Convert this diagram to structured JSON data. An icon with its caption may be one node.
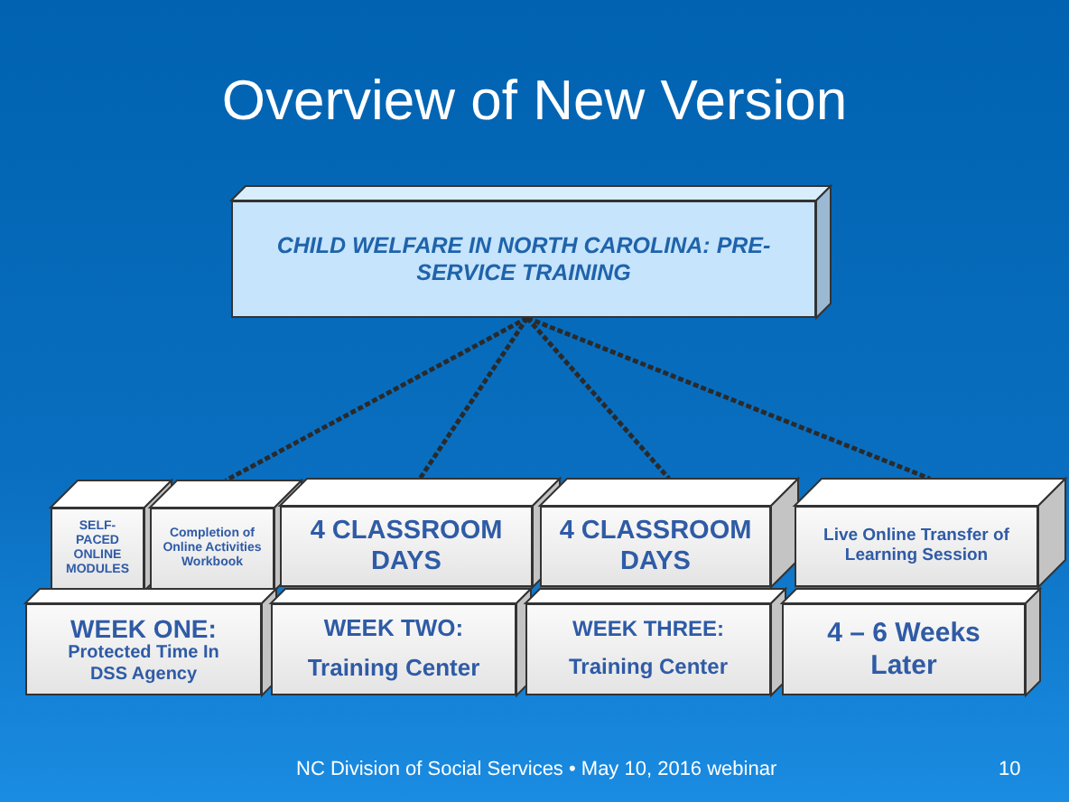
{
  "diagram": {
    "title": "Overview of New Version",
    "nodes": [
      {
        "text": [
          "CHILD WELFARE IN NORTH CAROLINA: PRE-SERVICE TRAINING"
        ]
      },
      {
        "text": [
          "SELF-PACED ONLINE MODULES"
        ]
      },
      {
        "text": [
          "Completion of Online Activities Workbook"
        ]
      },
      {
        "text": [
          "4 CLASSROOM DAYS"
        ]
      },
      {
        "text": [
          "4 CLASSROOM DAYS"
        ]
      },
      {
        "text": [
          "Live Online Transfer of Learning Session"
        ]
      },
      {
        "text": [
          "WEEK ONE:",
          "Protected Time In DSS Agency"
        ]
      },
      {
        "text": [
          "WEEK TWO:",
          "Training Center"
        ]
      },
      {
        "text": [
          "WEEK THREE:",
          "Training Center"
        ]
      },
      {
        "text": [
          "4 – 6 Weeks Later"
        ]
      }
    ],
    "edges": [
      {
        "from": 0,
        "to": 2,
        "arrow": "none"
      },
      {
        "from": 0,
        "to": 3,
        "arrow": "none"
      },
      {
        "from": 0,
        "to": 4,
        "arrow": "none"
      },
      {
        "from": 0,
        "to": 5,
        "arrow": "none"
      }
    ],
    "labels": [
      "NC Division of Social Services • May 10, 2016 webinar",
      "10"
    ]
  }
}
